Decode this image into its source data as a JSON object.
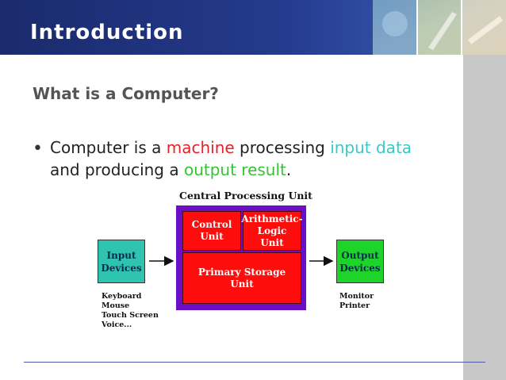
{
  "header": {
    "title": "Introduction"
  },
  "slide": {
    "subtitle": "What is a Computer?",
    "bullet": {
      "symbol": "•",
      "parts": [
        "Computer is a ",
        "machine",
        " processing ",
        "input data",
        " and producing a ",
        "output result",
        "."
      ]
    }
  },
  "diagram": {
    "cpu_title": "Central Processing Unit",
    "control_unit": "Control\nUnit",
    "alu": "Arithmetic-\nLogic\nUnit",
    "storage": "Primary Storage\nUnit",
    "input_box": "Input\nDevices",
    "output_box": "Output\nDevices",
    "input_list": "Keyboard\nMouse\nTouch Screen\nVoice...",
    "output_list": "Monitor\nPrinter"
  },
  "colors": {
    "accent_red": "#e8202a",
    "accent_cyan": "#3ec7c7",
    "accent_green": "#36c236",
    "cpu_purple": "#6a0fc4",
    "unit_red": "#ff0c0c",
    "input_cyan": "#2ec4b0",
    "output_green": "#1ed42a"
  }
}
